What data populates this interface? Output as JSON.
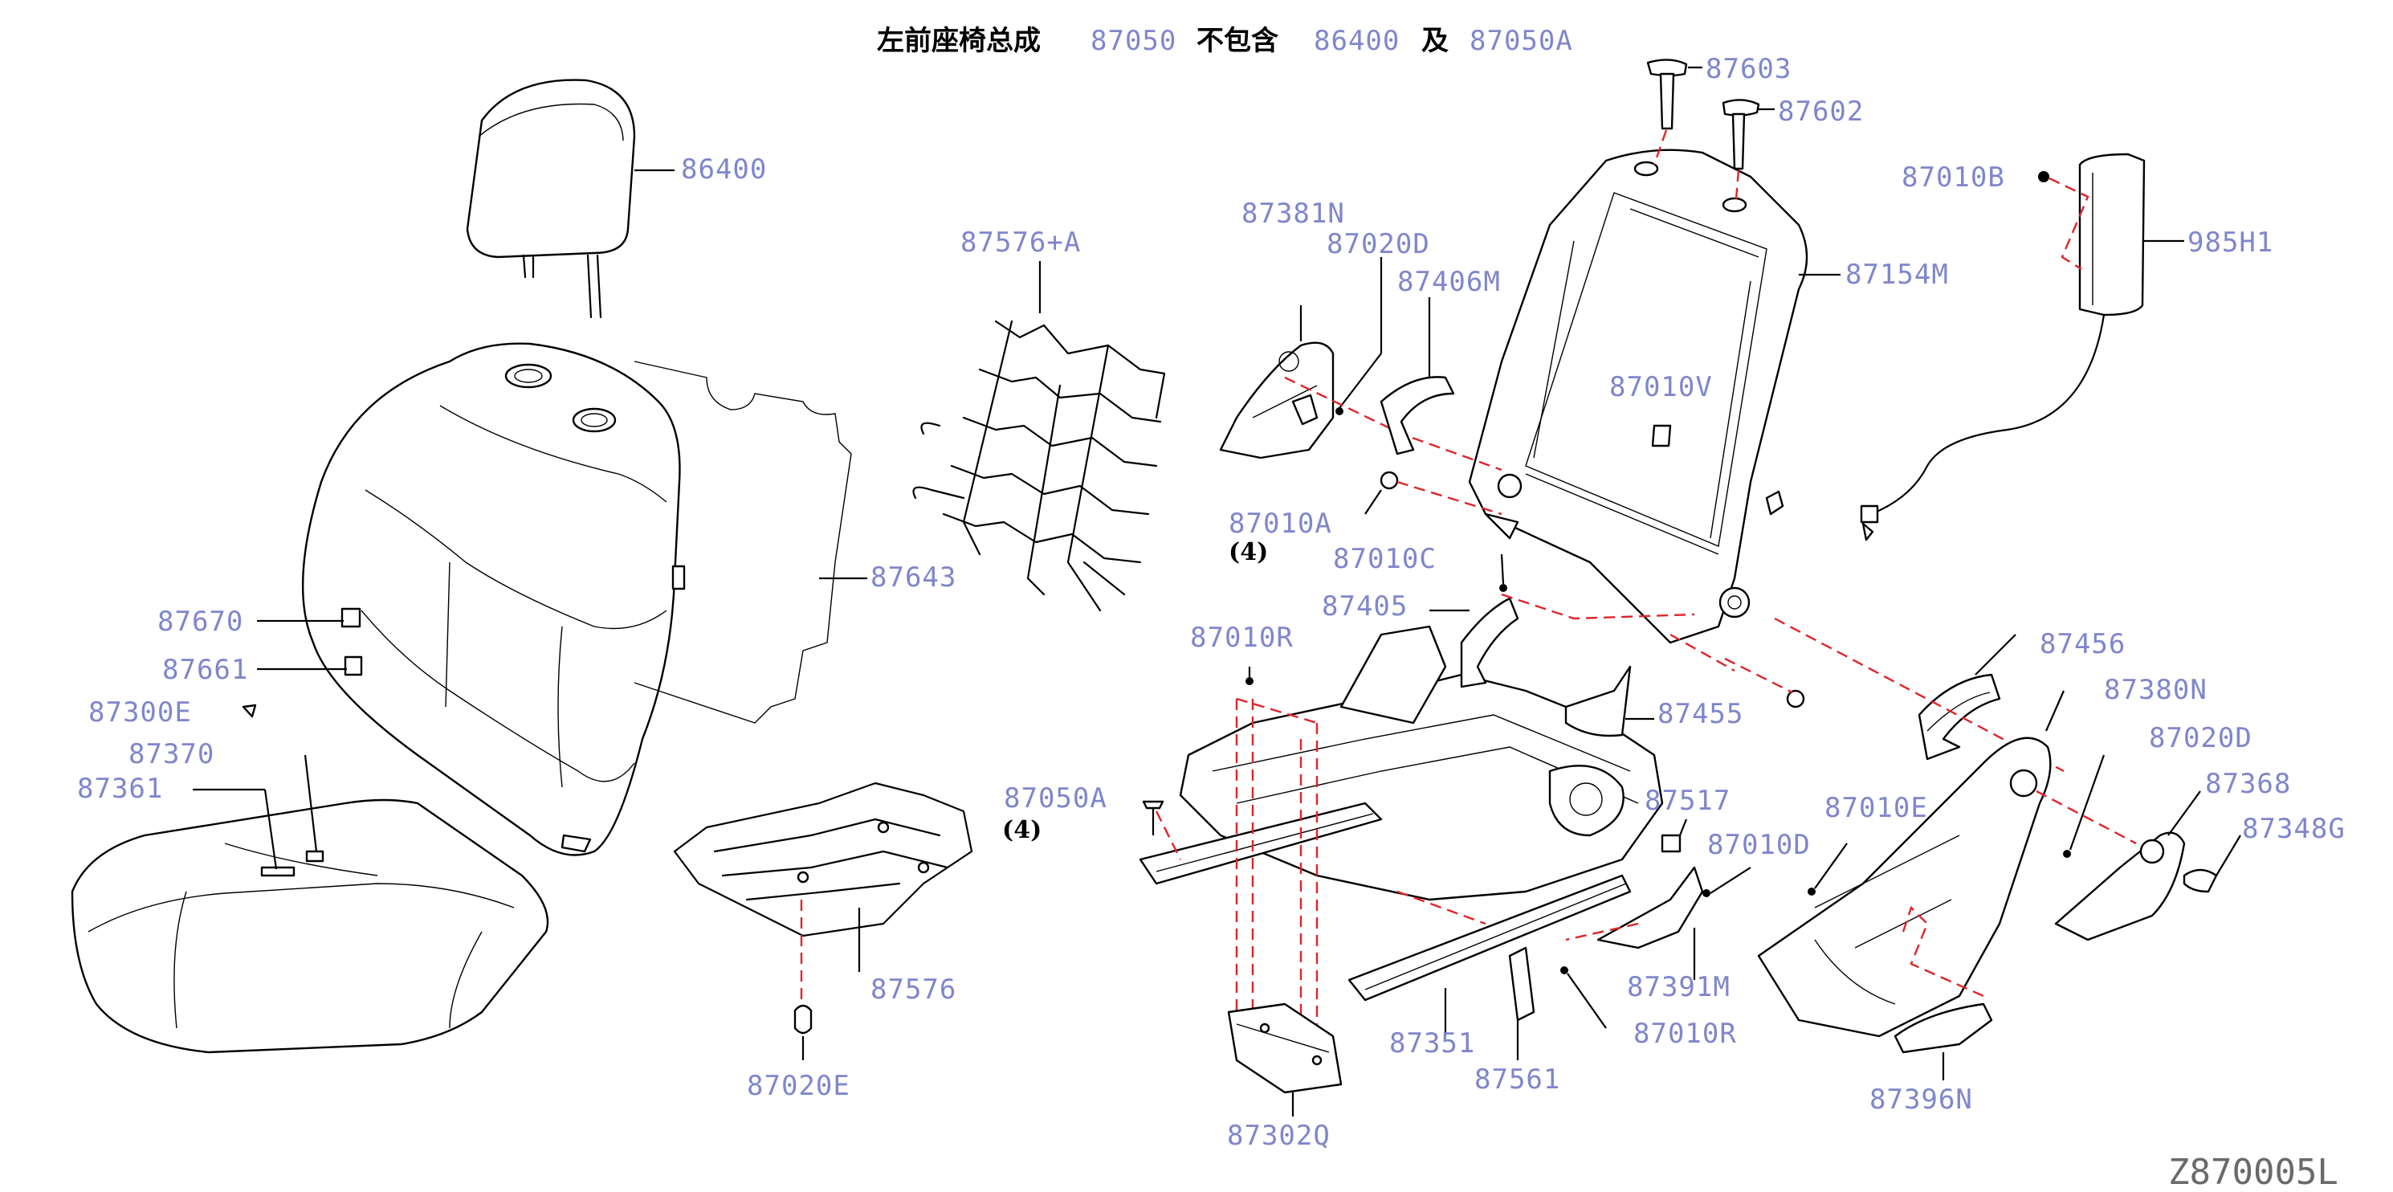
{
  "title": {
    "text1": "左前座椅总成",
    "ref1": "87050",
    "text2": "不包含",
    "ref2": "86400",
    "text3": "及",
    "ref3": "87050A"
  },
  "quantity_notes": {
    "q1": "(4)",
    "q2": "(4)"
  },
  "figure_id": "Z870005L",
  "parts": {
    "p86400": "86400",
    "p87576A": "87576+A",
    "p87643": "87643",
    "p87670": "87670",
    "p87661": "87661",
    "p87300E": "87300E",
    "p87370": "87370",
    "p87361": "87361",
    "p87576": "87576",
    "p87020E": "87020E",
    "p87381N": "87381N",
    "p87020D_a": "87020D",
    "p87406M": "87406M",
    "p87010A": "87010A",
    "p87603": "87603",
    "p87602": "87602",
    "p87154M": "87154M",
    "p87010V": "87010V",
    "p87010B": "87010B",
    "p985H1": "985H1",
    "p87010C": "87010C",
    "p87405": "87405",
    "p87010R_a": "87010R",
    "p87050A": "87050A",
    "p87455": "87455",
    "p87517": "87517",
    "p87010D": "87010D",
    "p87391M": "87391M",
    "p87010R_b": "87010R",
    "p87351": "87351",
    "p87561": "87561",
    "p87302Q": "87302Q",
    "p87456": "87456",
    "p87380N": "87380N",
    "p87020D_b": "87020D",
    "p87368": "87368",
    "p87348G": "87348G",
    "p87010E": "87010E",
    "p87396N": "87396N"
  }
}
